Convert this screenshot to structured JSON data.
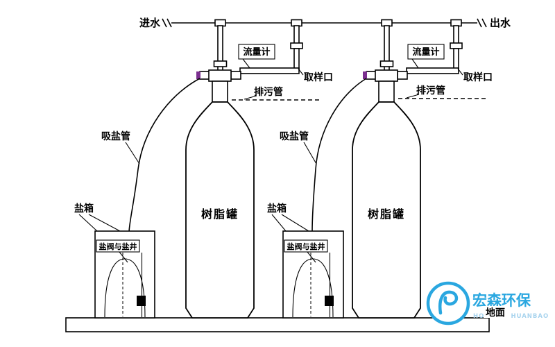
{
  "diagram": {
    "inlet_label": "进水",
    "outlet_label": "出水",
    "ground_label": "地面",
    "units": [
      {
        "flow_meter": "流量计",
        "sampling_port": "取样口",
        "drain_pipe": "排污管",
        "salt_suction_pipe": "吸盐管",
        "salt_box": "盐箱",
        "salt_valve_well": "盐阀与盐井",
        "resin_tank": "树脂罐"
      },
      {
        "flow_meter": "流量计",
        "sampling_port": "取样口",
        "drain_pipe": "排污管",
        "salt_suction_pipe": "吸盐管",
        "salt_box": "盐箱",
        "salt_valve_well": "盐阀与盐井",
        "resin_tank": "树脂罐"
      }
    ],
    "logo": {
      "name": "宏森环保",
      "subtitle": "HONGSENHUANBAO"
    },
    "colors": {
      "line": "#000000",
      "logo_blue": "#2aa7e0",
      "logo_light": "#a9d4ee",
      "valve_accent": "#7b2f8f"
    }
  }
}
